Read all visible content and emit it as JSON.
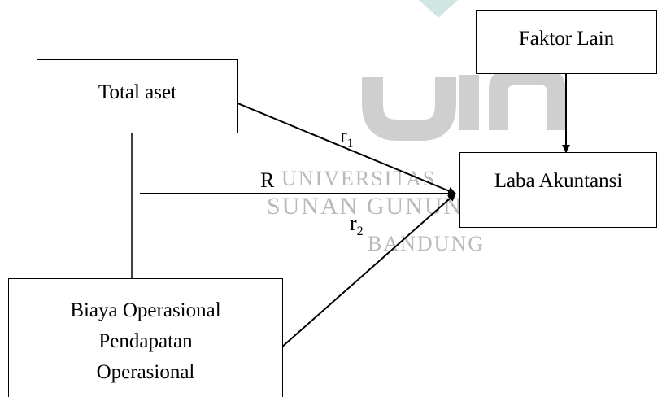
{
  "watermark": {
    "logo_text": "uin",
    "line1": "UNIVERSITAS",
    "line2": "SUNAN GUNUNG DJATI",
    "line3": "BANDUNG",
    "color": "#b9b9b9"
  },
  "nodes": {
    "total_aset": "Total aset",
    "faktor_lain": "Faktor Lain",
    "laba_akuntansi": "Laba Akuntansi",
    "bopo_line1": "Biaya Operasional",
    "bopo_line2": "Pendapatan",
    "bopo_line3": "Operasional"
  },
  "edges": {
    "r1_base": "r",
    "r1_sub": "1",
    "r2_base": "r",
    "r2_sub": "2",
    "R": "R"
  }
}
